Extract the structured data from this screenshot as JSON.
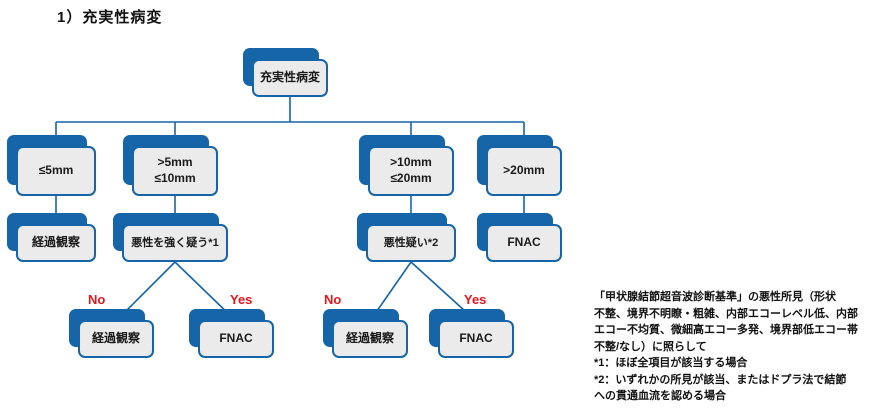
{
  "page_title": "1）充実性病変",
  "flowchart": {
    "nodes": {
      "root": "充実性病変",
      "size_le5": "≤5mm",
      "size_5_10": ">5mm\n≤10mm",
      "size_10_20": ">10mm\n≤20mm",
      "size_gt20": ">20mm",
      "followup_le5": "経過観察",
      "suspect_strong": "悪性を強く疑う*1",
      "suspect_mild": "悪性疑い*2",
      "fnac_gt20": "FNAC",
      "followup_no_left": "経過観察",
      "fnac_yes_left": "FNAC",
      "followup_no_right": "経過観察",
      "fnac_yes_right": "FNAC"
    },
    "branch_labels": {
      "no_left": "No",
      "yes_left": "Yes",
      "no_right": "No",
      "yes_right": "Yes"
    }
  },
  "note": {
    "text": "「甲状腺結節超音波診断基準」の悪性所見（形状\n不整、境界不明瞭・粗雑、内部エコーレベル低、内部\nエコー不均質、微細高エコー多発、境界部低エコー帯\n不整/なし）に照らして\n*1：ほぼ全項目が該当する場合\n*2：いずれかの所見が該当、またはドプラ法で結節\nへの貫通血流を認める場合"
  },
  "colors": {
    "accent_blue": "#1565a8",
    "box_fill": "#ebebeb",
    "branch_label_red": "#e0181e"
  }
}
